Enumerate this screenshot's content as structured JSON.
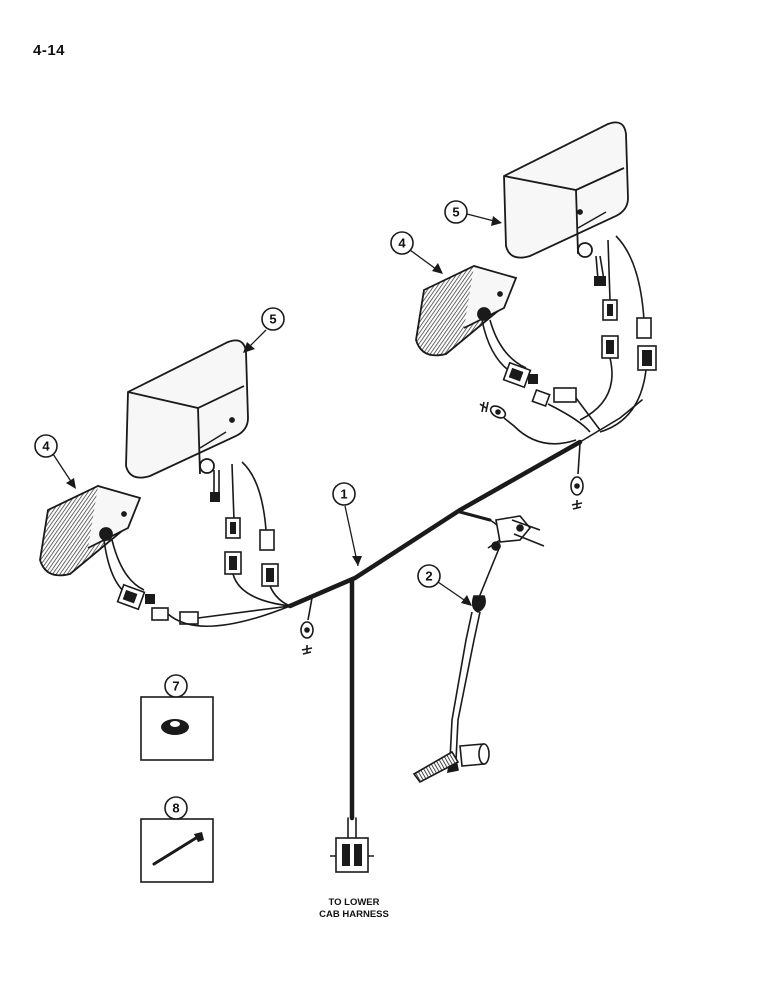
{
  "page_number": "4-14",
  "callouts": {
    "harness": "1",
    "switch": "2",
    "lamp_small_left": "4",
    "lamp_small_right": "4",
    "lamp_large_left": "5",
    "lamp_large_right": "5",
    "grommet": "7",
    "cable_tie": "8"
  },
  "note": {
    "line1": "TO LOWER",
    "line2": "CAB HARNESS"
  },
  "colors": {
    "ink": "#1a1a1a",
    "paper": "#ffffff",
    "lamp_fill": "#f4f4f4",
    "lens_hatch": "#555555"
  }
}
